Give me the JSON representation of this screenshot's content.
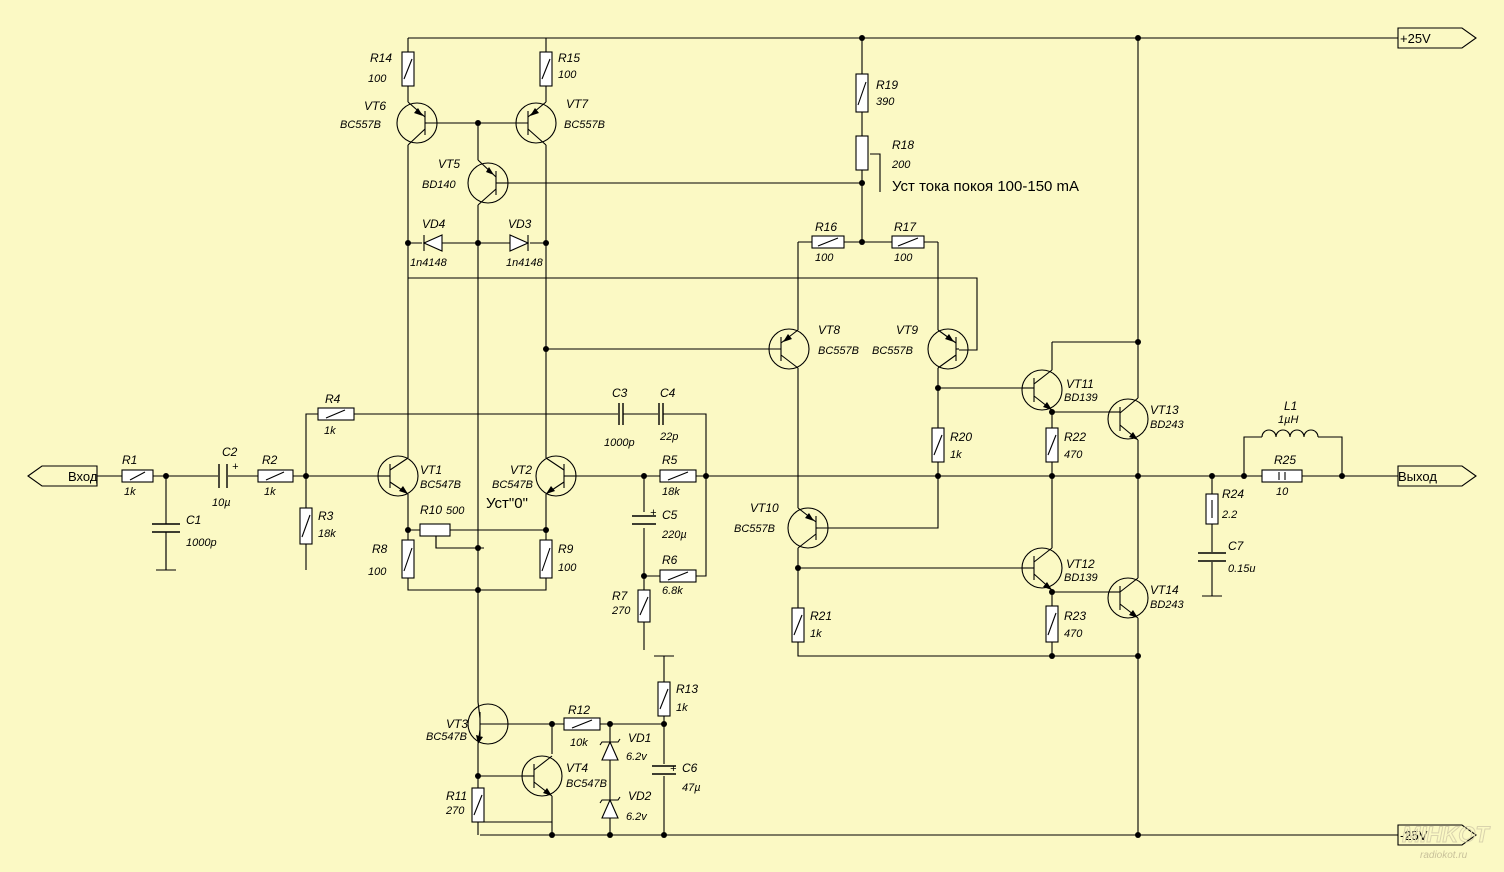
{
  "ports": {
    "input": "Вход",
    "output": "Выход",
    "vpos": "+25V",
    "vneg": "-25V"
  },
  "notes": {
    "bias_adjust": "Уст тока покоя 100-150 mA",
    "zero_adjust": "Уст\"0\""
  },
  "components": {
    "R1": {
      "ref": "R1",
      "value": "1k"
    },
    "R2": {
      "ref": "R2",
      "value": "1k"
    },
    "R3": {
      "ref": "R3",
      "value": "18k"
    },
    "R4": {
      "ref": "R4",
      "value": "1k"
    },
    "R5": {
      "ref": "R5",
      "value": "18k"
    },
    "R6": {
      "ref": "R6",
      "value": "6.8k"
    },
    "R7": {
      "ref": "R7",
      "value": "270"
    },
    "R8": {
      "ref": "R8",
      "value": "100"
    },
    "R9": {
      "ref": "R9",
      "value": "100"
    },
    "R10": {
      "ref": "R10",
      "value": "500"
    },
    "R11": {
      "ref": "R11",
      "value": "270"
    },
    "R12": {
      "ref": "R12",
      "value": "10k"
    },
    "R13": {
      "ref": "R13",
      "value": "1k"
    },
    "R14": {
      "ref": "R14",
      "value": "100"
    },
    "R15": {
      "ref": "R15",
      "value": "100"
    },
    "R16": {
      "ref": "R16",
      "value": "100"
    },
    "R17": {
      "ref": "R17",
      "value": "100"
    },
    "R18": {
      "ref": "R18",
      "value": "200"
    },
    "R19": {
      "ref": "R19",
      "value": "390"
    },
    "R20": {
      "ref": "R20",
      "value": "1k"
    },
    "R21": {
      "ref": "R21",
      "value": "1k"
    },
    "R22": {
      "ref": "R22",
      "value": "470"
    },
    "R23": {
      "ref": "R23",
      "value": "470"
    },
    "R24": {
      "ref": "R24",
      "value": "2.2"
    },
    "R25": {
      "ref": "R25",
      "value": "10"
    },
    "C1": {
      "ref": "C1",
      "value": "1000p"
    },
    "C2": {
      "ref": "C2",
      "value": "10µ"
    },
    "C3": {
      "ref": "C3",
      "value": "1000p"
    },
    "C4": {
      "ref": "C4",
      "value": "22p"
    },
    "C5": {
      "ref": "C5",
      "value": "220µ"
    },
    "C6": {
      "ref": "C6",
      "value": "47µ"
    },
    "C7": {
      "ref": "C7",
      "value": "0.15u"
    },
    "L1": {
      "ref": "L1",
      "value": "1µH"
    },
    "VD1": {
      "ref": "VD1",
      "value": "6.2v"
    },
    "VD2": {
      "ref": "VD2",
      "value": "6.2v"
    },
    "VD3": {
      "ref": "VD3",
      "value": "1n4148"
    },
    "VD4": {
      "ref": "VD4",
      "value": "1n4148"
    },
    "VT1": {
      "ref": "VT1",
      "value": "BC547B"
    },
    "VT2": {
      "ref": "VT2",
      "value": "BC547B"
    },
    "VT3": {
      "ref": "VT3",
      "value": "BC547B"
    },
    "VT4": {
      "ref": "VT4",
      "value": "BC547B"
    },
    "VT5": {
      "ref": "VT5",
      "value": "BD140"
    },
    "VT6": {
      "ref": "VT6",
      "value": "BC557B"
    },
    "VT7": {
      "ref": "VT7",
      "value": "BC557B"
    },
    "VT8": {
      "ref": "VT8",
      "value": "BC557B"
    },
    "VT9": {
      "ref": "VT9",
      "value": "BC557B"
    },
    "VT10": {
      "ref": "VT10",
      "value": "BC557B"
    },
    "VT11": {
      "ref": "VT11",
      "value": "BD139"
    },
    "VT12": {
      "ref": "VT12",
      "value": "BD139"
    },
    "VT13": {
      "ref": "VT13",
      "value": "BD243"
    },
    "VT14": {
      "ref": "VT14",
      "value": "BD243"
    }
  },
  "watermark": {
    "site": "radiokot.ru",
    "logo": "MIHKOT"
  },
  "colors": {
    "background": "#fbf9c4",
    "wire": "#000000",
    "resistor_fill": "#ffffff"
  }
}
